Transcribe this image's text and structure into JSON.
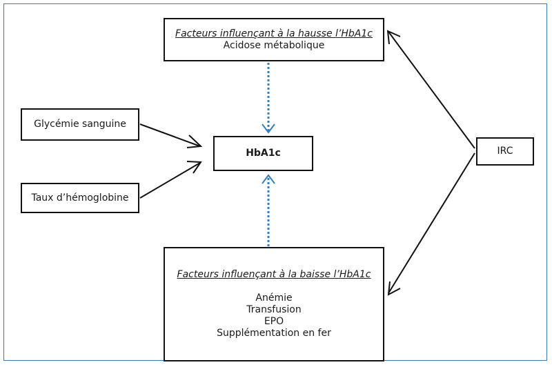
{
  "box_hausse": {
    "title": "Facteurs influençant à la hausse l’HbA1c",
    "items": [
      "Acidose métabolique"
    ]
  },
  "box_baisse": {
    "title": "Facteurs influençant à la baisse l’HbA1c",
    "items": [
      "Anémie",
      "Transfusion",
      "EPO",
      "Supplémentation en fer"
    ]
  },
  "center": {
    "label": "HbA1c"
  },
  "left_top": {
    "label": "Glycémie sanguine"
  },
  "left_bottom": {
    "label": "Taux d’hémoglobine"
  },
  "right": {
    "label": "IRC"
  },
  "colors": {
    "frame": "#3a78b5",
    "dotted_arrow": "#2e7fc4",
    "solid_arrow": "#111111"
  }
}
